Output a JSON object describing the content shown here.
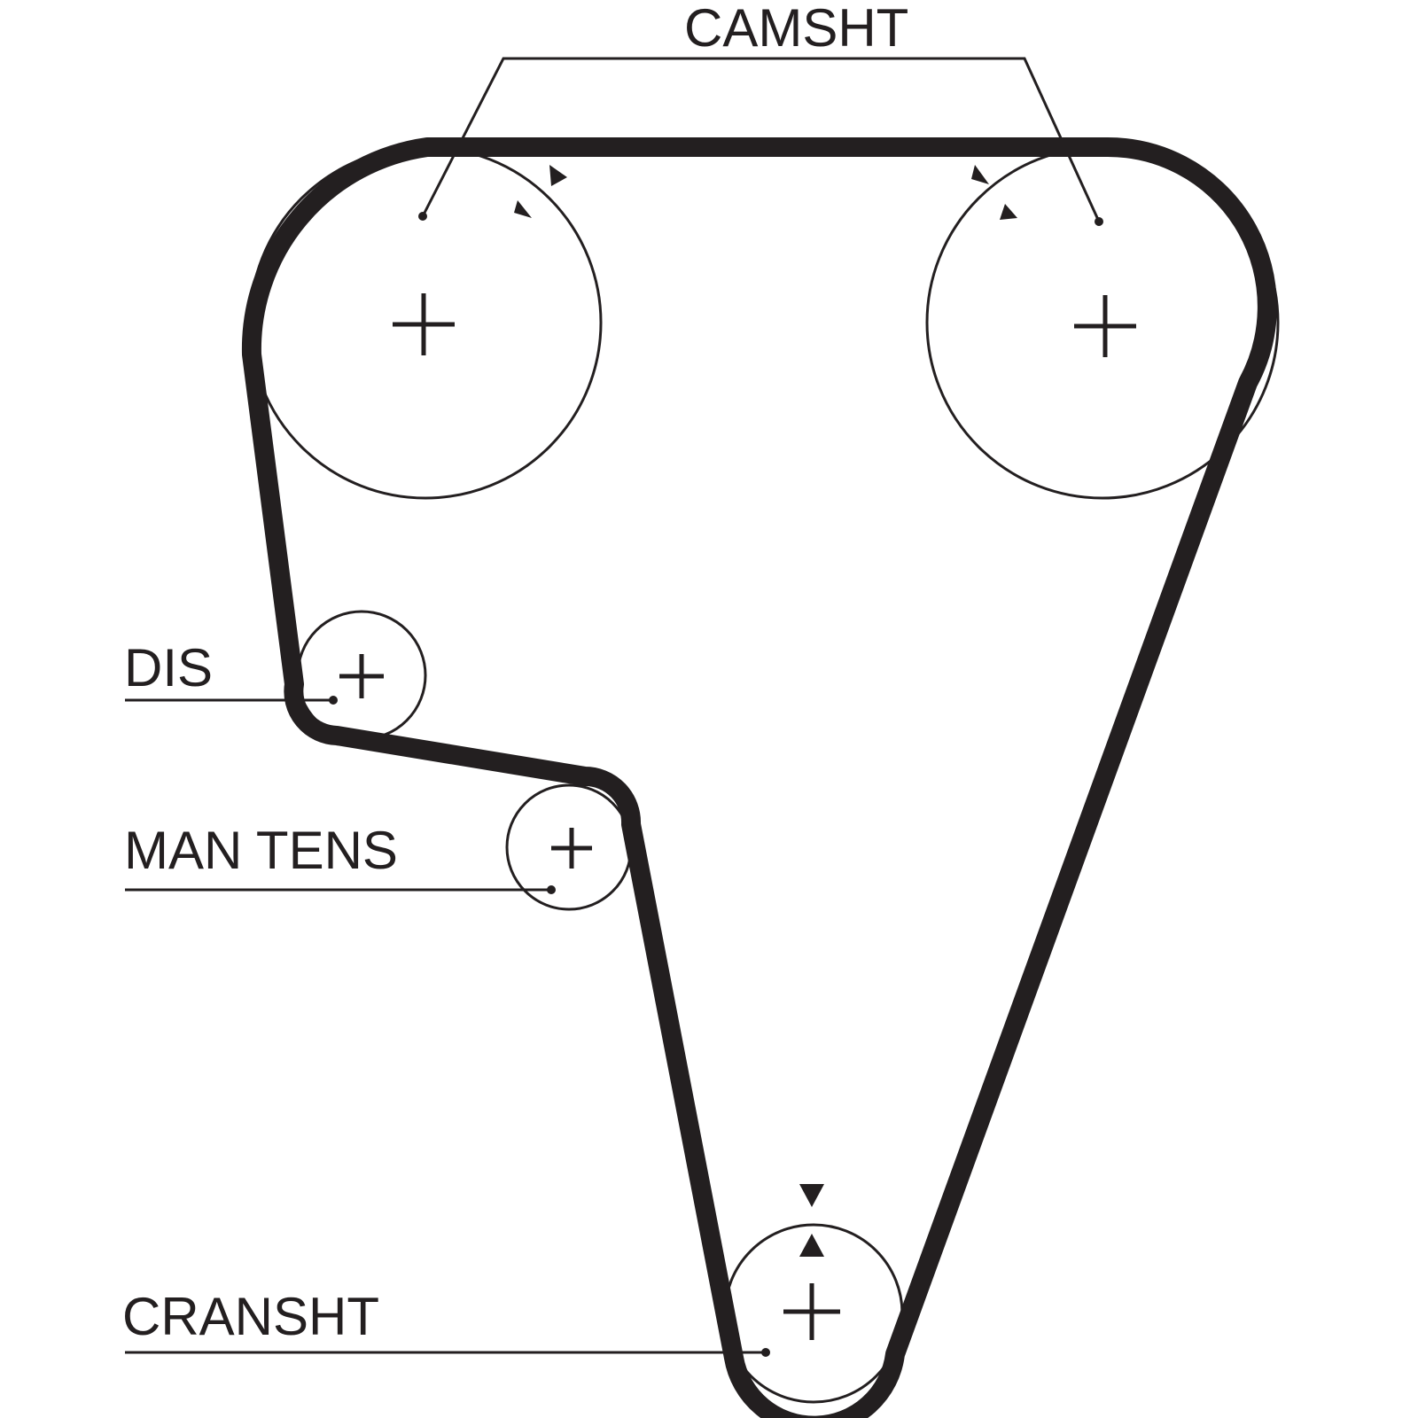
{
  "labels": {
    "camshaft": "CAMSHT",
    "distributor": "DIS",
    "manual_tensioner": "MAN TENS",
    "crankshaft": "CRANSHT"
  },
  "colors": {
    "ink": "#231f20",
    "background": "#ffffff"
  }
}
